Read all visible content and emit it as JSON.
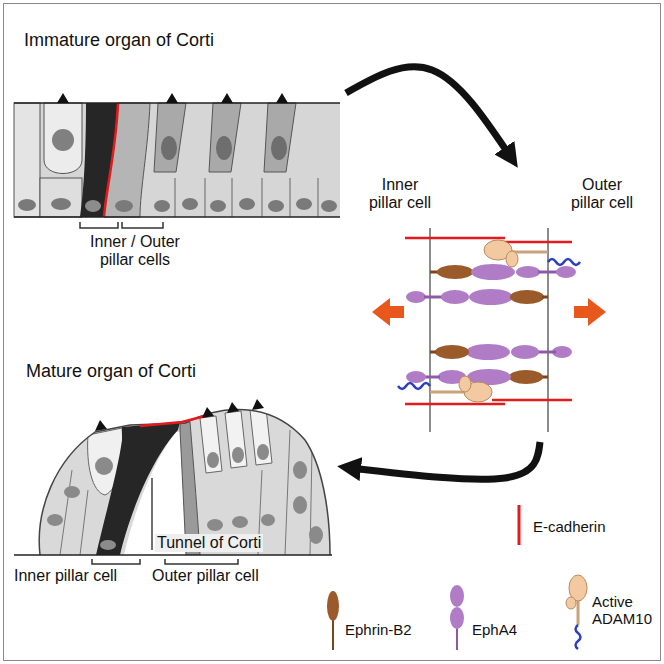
{
  "diagram": {
    "nodes": [
      {
        "text": [
          "Immature organ of Corti"
        ]
      },
      {
        "text": [
          "Inner pillar cell",
          "Outer pillar cell"
        ]
      },
      {
        "text": [
          "Mature organ of Corti"
        ]
      }
    ],
    "edges": [
      {
        "from": 0,
        "to": 1,
        "arrow": "to"
      },
      {
        "from": 1,
        "to": 2,
        "arrow": "to"
      }
    ],
    "labels": [
      "Inner / Outer pillar cells",
      "Inner pillar cell",
      "Outer pillar cell",
      "Tunnel of Corti"
    ],
    "legend": [
      {
        "text": "E-cadherin"
      },
      {
        "text": "Ephrin-B2"
      },
      {
        "text": "EphA4"
      },
      {
        "text": "Active ADAM10"
      }
    ]
  }
}
